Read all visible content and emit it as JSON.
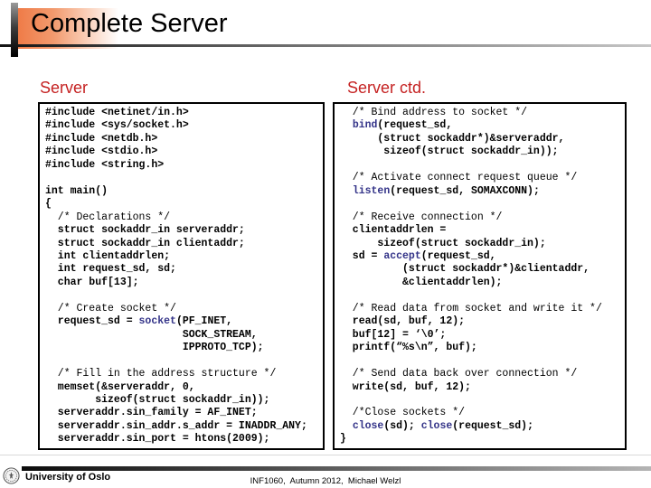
{
  "title": "Complete Server",
  "left_panel": {
    "heading": "Server",
    "code": [
      [
        [
          "c",
          "#include <netinet/in.h>"
        ]
      ],
      [
        [
          "c",
          "#include <sys/socket.h>"
        ]
      ],
      [
        [
          "c",
          "#include <netdb.h>"
        ]
      ],
      [
        [
          "c",
          "#include <stdio.h>"
        ]
      ],
      [
        [
          "c",
          "#include <string.h>"
        ]
      ],
      [],
      [
        [
          "c",
          "int main()"
        ]
      ],
      [
        [
          "c",
          "{"
        ]
      ],
      [
        [
          "m",
          "  /* Declarations */"
        ]
      ],
      [
        [
          "c",
          "  struct sockaddr_in serveraddr;"
        ]
      ],
      [
        [
          "c",
          "  struct sockaddr_in clientaddr;"
        ]
      ],
      [
        [
          "c",
          "  int clientaddrlen;"
        ]
      ],
      [
        [
          "c",
          "  int request_sd, sd;"
        ]
      ],
      [
        [
          "c",
          "  char buf[13];"
        ]
      ],
      [],
      [
        [
          "m",
          "  /* Create socket */"
        ]
      ],
      [
        [
          "c",
          "  request_sd = "
        ],
        [
          "k",
          "socket"
        ],
        [
          "c",
          "(PF_INET,"
        ]
      ],
      [
        [
          "c",
          "                      SOCK_STREAM,"
        ]
      ],
      [
        [
          "c",
          "                      IPPROTO_TCP);"
        ]
      ],
      [],
      [
        [
          "m",
          "  /* Fill in the address structure */"
        ]
      ],
      [
        [
          "c",
          "  memset(&serveraddr, 0,"
        ]
      ],
      [
        [
          "c",
          "        sizeof(struct sockaddr_in));"
        ]
      ],
      [
        [
          "c",
          "  serveraddr.sin_family = AF_INET;"
        ]
      ],
      [
        [
          "c",
          "  serveraddr.sin_addr.s_addr = INADDR_ANY;"
        ]
      ],
      [
        [
          "c",
          "  serveraddr.sin_port = htons(2009);"
        ]
      ]
    ]
  },
  "right_panel": {
    "heading": "Server ctd.",
    "code": [
      [
        [
          "m",
          "  /* Bind address to socket */"
        ]
      ],
      [
        [
          "c",
          "  "
        ],
        [
          "k",
          "bind"
        ],
        [
          "c",
          "(request_sd,"
        ]
      ],
      [
        [
          "c",
          "      (struct sockaddr*)&serveraddr,"
        ]
      ],
      [
        [
          "c",
          "       sizeof(struct sockaddr_in));"
        ]
      ],
      [],
      [
        [
          "m",
          "  /* Activate connect request queue */"
        ]
      ],
      [
        [
          "c",
          "  "
        ],
        [
          "k",
          "listen"
        ],
        [
          "c",
          "(request_sd, SOMAXCONN);"
        ]
      ],
      [],
      [
        [
          "m",
          "  /* Receive connection */"
        ]
      ],
      [
        [
          "c",
          "  clientaddrlen ="
        ]
      ],
      [
        [
          "c",
          "      sizeof(struct sockaddr_in);"
        ]
      ],
      [
        [
          "c",
          "  sd = "
        ],
        [
          "k",
          "accept"
        ],
        [
          "c",
          "(request_sd,"
        ]
      ],
      [
        [
          "c",
          "          (struct sockaddr*)&clientaddr,"
        ]
      ],
      [
        [
          "c",
          "          &clientaddrlen);"
        ]
      ],
      [],
      [
        [
          "m",
          "  /* Read data from socket and write it */"
        ]
      ],
      [
        [
          "c",
          "  read(sd, buf, 12);"
        ]
      ],
      [
        [
          "c",
          "  buf[12] = ‘\\0’;"
        ]
      ],
      [
        [
          "c",
          "  printf(“%s\\n”, buf);"
        ]
      ],
      [],
      [
        [
          "m",
          "  /* Send data back over connection */"
        ]
      ],
      [
        [
          "c",
          "  write(sd, buf, 12);"
        ]
      ],
      [],
      [
        [
          "m",
          "  /*Close sockets */"
        ]
      ],
      [
        [
          "c",
          "  "
        ],
        [
          "k",
          "close"
        ],
        [
          "c",
          "(sd); "
        ],
        [
          "k",
          "close"
        ],
        [
          "c",
          "(request_sd);"
        ]
      ],
      [
        [
          "c",
          "}"
        ]
      ]
    ]
  },
  "footer": {
    "university": "University of Oslo",
    "credit": "INF1060,  Autumn 2012,  Michael Welzl"
  },
  "colors": {
    "heading_red": "#c52222",
    "keyword_blue": "#333388",
    "accent_orange": "#ef7a46",
    "code_text": "#000000"
  }
}
